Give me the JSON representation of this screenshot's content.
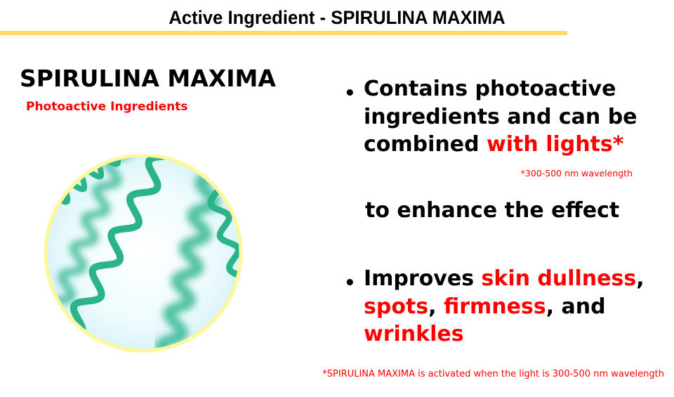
{
  "title": "Active Ingredient - SPIRULINA MAXIMA",
  "heading": "SPIRULINA MAXIMA",
  "subheading": "Photoactive Ingredients",
  "bullet1": {
    "part1": "Contains photoactive ingredients and can be combined ",
    "highlight": "with lights*"
  },
  "footnote_wavelength": "*300-500 nm wavelength",
  "enhance": "to enhance the effect",
  "bullet2": {
    "part1": "Improves ",
    "h1": "skin dullness",
    "s1": ",",
    "h2": "spots",
    "s2": ", ",
    "h3": "firmness",
    "s3": ", and ",
    "h4": "wrinkles"
  },
  "bottom_note": "*SPIRULINA MAXIMA is activated when the light is 300-500 nm wavelength",
  "bullet_char": "•",
  "colors": {
    "accent_red": "#ff0000",
    "title_bar": "#ffd966",
    "circle_border": "#fff799",
    "spirulina": "#2bb38a"
  }
}
